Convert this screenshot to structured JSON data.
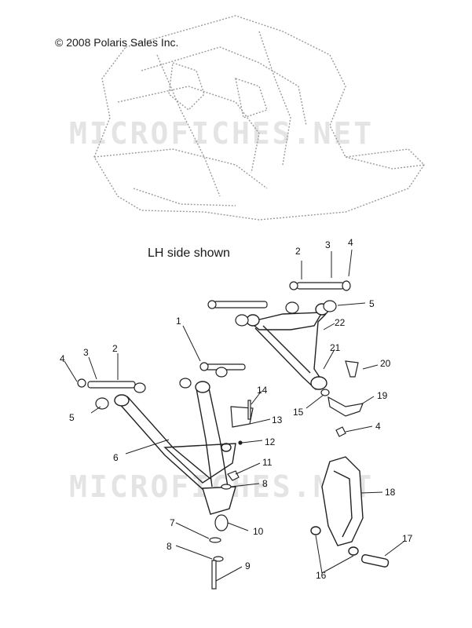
{
  "copyright": "© 2008 Polaris Sales Inc.",
  "side_note": "LH side shown",
  "watermark": "MICROFICHES.NET",
  "callouts": [
    {
      "label": "1"
    },
    {
      "label": "2"
    },
    {
      "label": "3"
    },
    {
      "label": "4"
    },
    {
      "label": "5"
    },
    {
      "label": "6"
    },
    {
      "label": "7"
    },
    {
      "label": "8"
    },
    {
      "label": "9"
    },
    {
      "label": "10"
    },
    {
      "label": "11"
    },
    {
      "label": "12"
    },
    {
      "label": "13"
    },
    {
      "label": "14"
    },
    {
      "label": "15"
    },
    {
      "label": "16"
    },
    {
      "label": "17"
    },
    {
      "label": "18"
    },
    {
      "label": "19"
    },
    {
      "label": "20"
    },
    {
      "label": "21"
    },
    {
      "label": "22"
    }
  ],
  "colors": {
    "line": "#222222",
    "frame": "#9a9a9a",
    "watermark": "#e4e4e4"
  }
}
